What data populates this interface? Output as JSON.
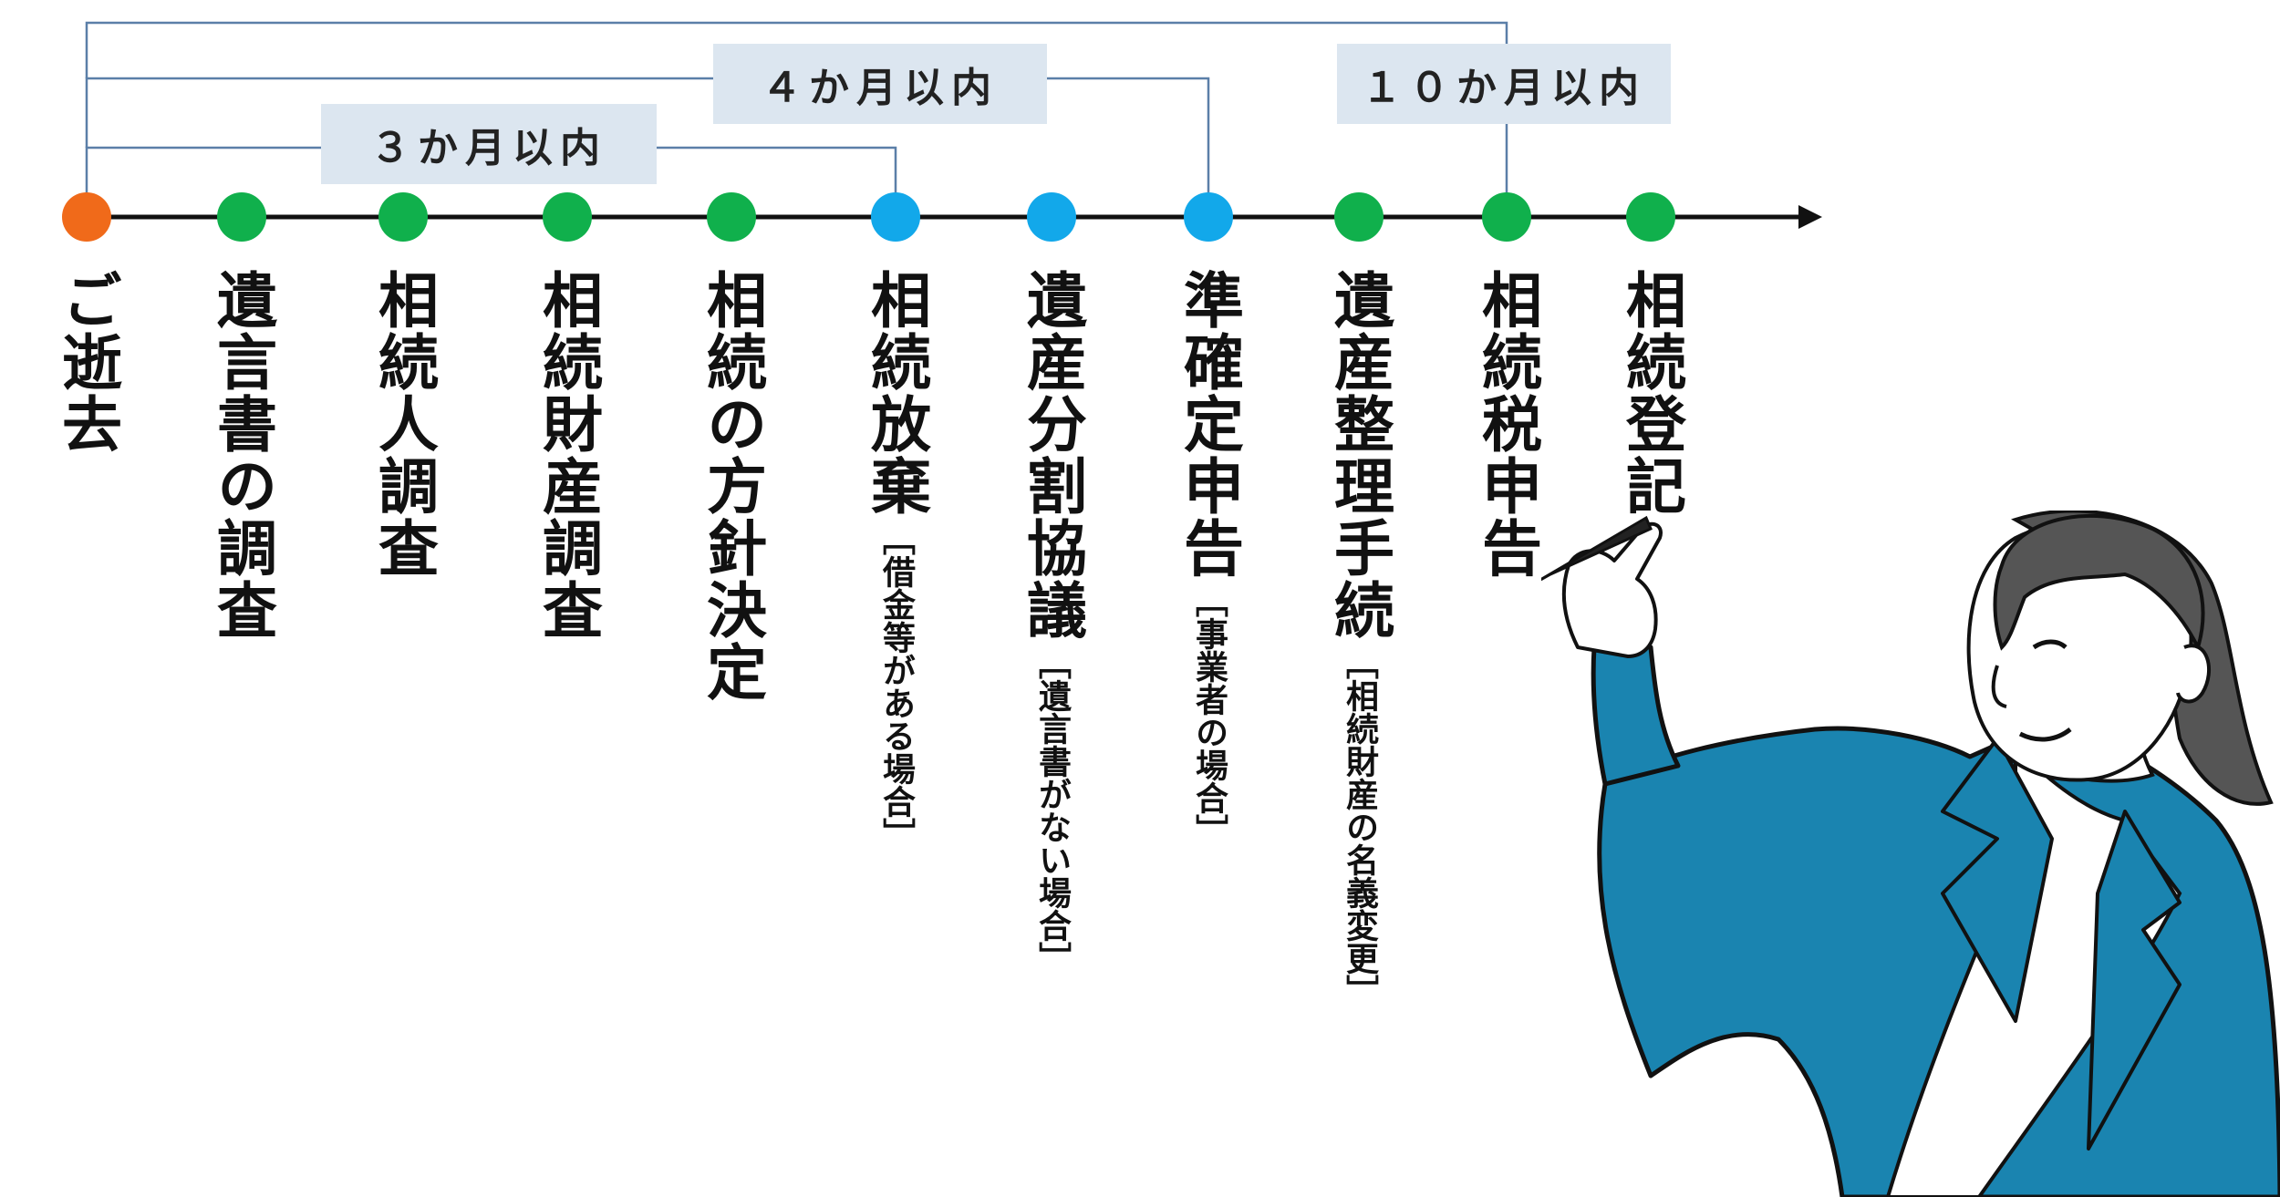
{
  "periods": [
    {
      "label": "３か月以内"
    },
    {
      "label": "４か月以内"
    },
    {
      "label": "１０か月以内"
    }
  ],
  "steps": [
    {
      "label": "ご逝去",
      "note": "",
      "status": "start"
    },
    {
      "label": "遺言書の調査",
      "note": "",
      "status": "normal"
    },
    {
      "label": "相続人調査",
      "note": "",
      "status": "normal"
    },
    {
      "label": "相続財産調査",
      "note": "",
      "status": "normal"
    },
    {
      "label": "相続の方針決定",
      "note": "",
      "status": "normal"
    },
    {
      "label": "相続放棄",
      "note": "［借金等がある場合］",
      "status": "conditional"
    },
    {
      "label": "遺産分割協議",
      "note": "［遺言書がない場合］",
      "status": "conditional"
    },
    {
      "label": "準確定申告",
      "note": "［事業者の場合］",
      "status": "conditional"
    },
    {
      "label": "遺産整理手続",
      "note": "［相続財産の名義変更］",
      "status": "normal"
    },
    {
      "label": "相続税申告",
      "note": "",
      "status": "normal"
    },
    {
      "label": "相続登記",
      "note": "",
      "status": "normal"
    }
  ],
  "colors": {
    "start": "#f06a1a",
    "normal": "#10b04c",
    "conditional": "#12a8ea",
    "bracket": "#5b7fa8",
    "axis": "#111111",
    "period_fill": "#dce6f0",
    "jacket": "#1a84b0"
  },
  "illustration": {
    "icon": "presenter-with-marker-illustration"
  }
}
